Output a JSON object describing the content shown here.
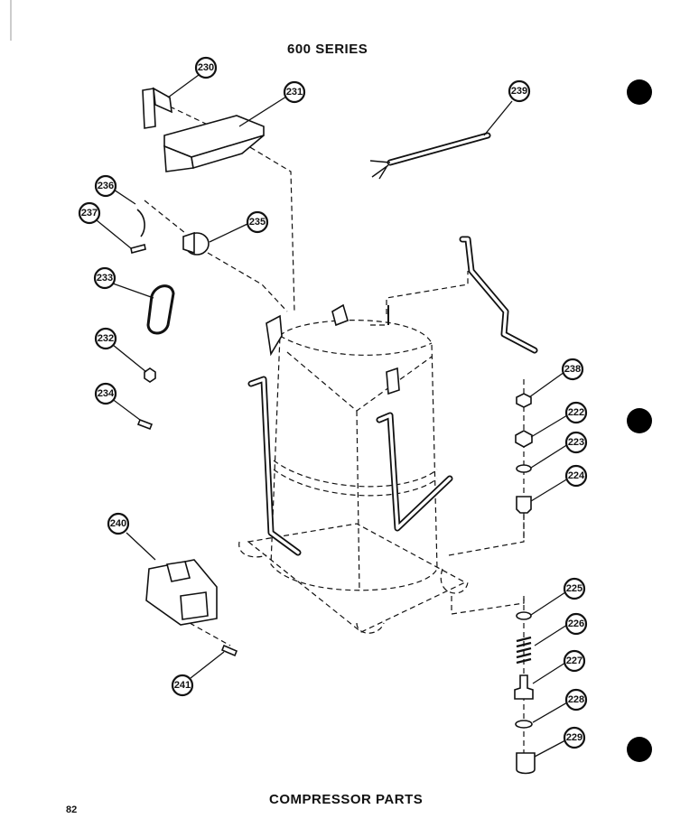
{
  "header": {
    "title": "600 SERIES"
  },
  "footer": {
    "title": "COMPRESSOR PARTS",
    "page_number": "82"
  },
  "callouts": [
    "222",
    "223",
    "224",
    "225",
    "226",
    "227",
    "228",
    "229",
    "230",
    "231",
    "232",
    "233",
    "234",
    "235",
    "236",
    "237",
    "238",
    "239",
    "240",
    "241"
  ]
}
